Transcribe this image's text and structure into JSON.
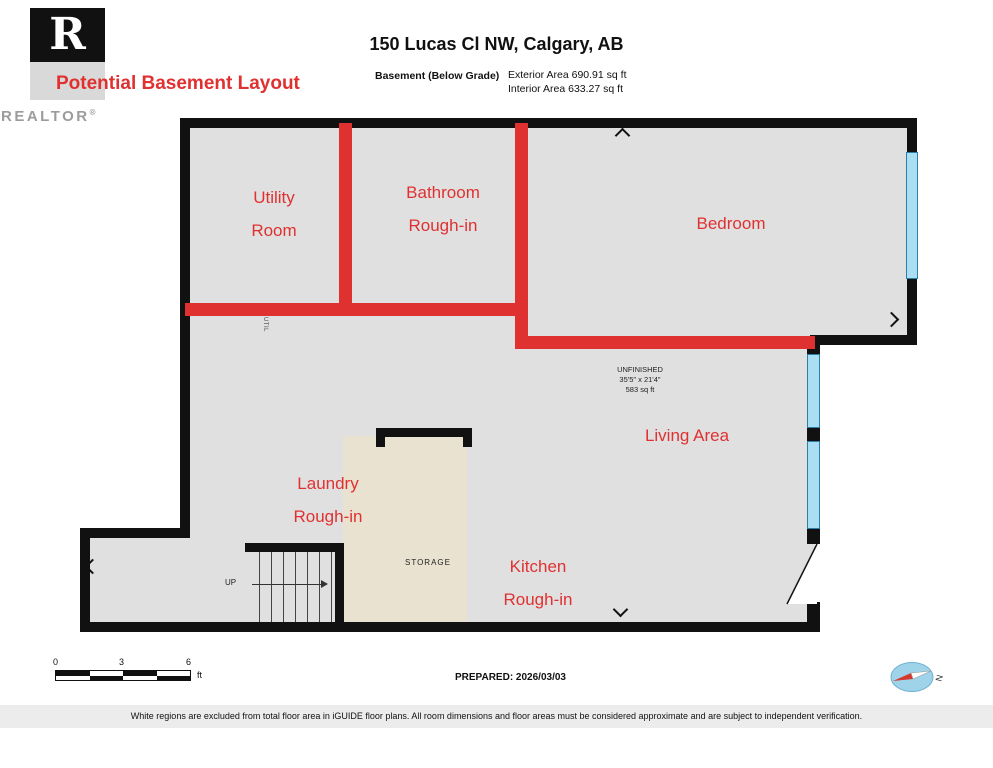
{
  "colors": {
    "wall_black": "#111111",
    "accent_red": "#e03131",
    "floor_gray": "#e0e0e0",
    "window_blue": "#aadef2",
    "storage_beige": "#e9e2d0",
    "disclaimer_bg": "#ececec"
  },
  "logo": {
    "r_letter": "R",
    "brand": "REALTOR",
    "registered": "®"
  },
  "header": {
    "address": "150 Lucas Cl NW, Calgary, AB",
    "layout_title": "Potential Basement Layout",
    "floor_label": "Basement (Below Grade)",
    "exterior_area": "Exterior Area 690.91 sq ft",
    "interior_area": "Interior Area 633.27 sq ft"
  },
  "rooms": {
    "utility_line1": "Utility",
    "utility_line2": "Room",
    "bathroom_line1": "Bathroom",
    "bathroom_line2": "Rough-in",
    "bedroom": "Bedroom",
    "living": "Living Area",
    "laundry_line1": "Laundry",
    "laundry_line2": "Rough-in",
    "kitchen_line1": "Kitchen",
    "kitchen_line2": "Rough-in",
    "storage": "STORAGE",
    "up": "UP",
    "util_door": "UTIL",
    "unfinished_line1": "UNFINISHED",
    "unfinished_line2": "35'5\" x 21'4\"",
    "unfinished_line3": "583 sq ft"
  },
  "footer": {
    "scale_0": "0",
    "scale_3": "3",
    "scale_6": "6",
    "scale_unit": "ft",
    "prepared": "PREPARED: 2026/03/03",
    "compass_n": "N",
    "disclaimer": "White regions are excluded from total floor area in iGUIDE floor plans. All room dimensions and floor areas must be considered approximate and are subject to independent verification."
  }
}
